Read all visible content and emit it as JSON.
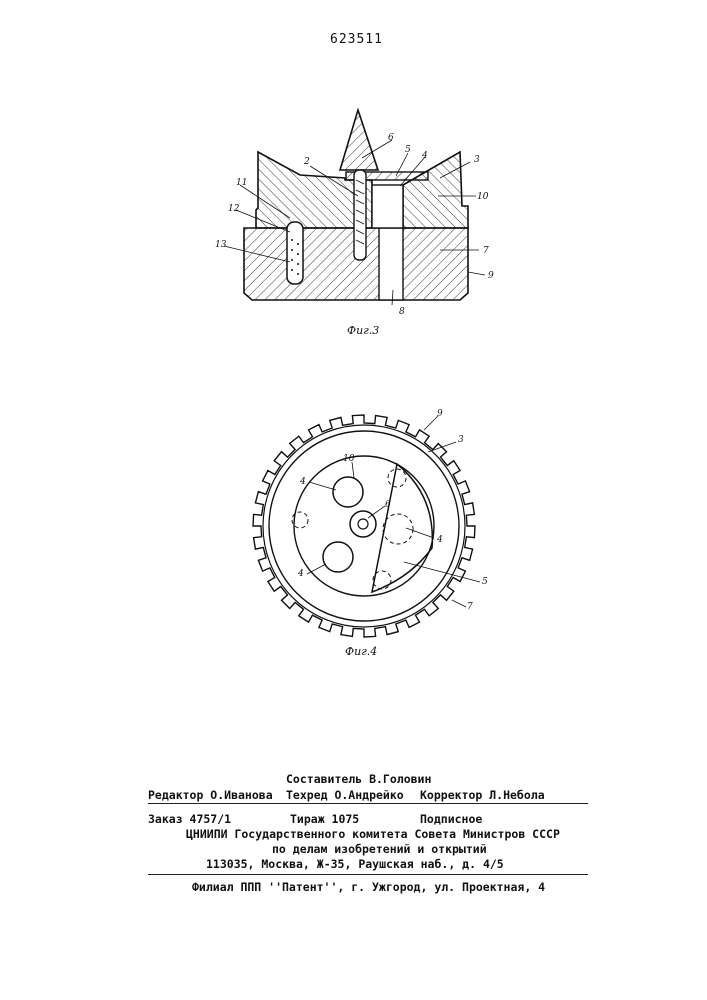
{
  "patent_number": "623511",
  "figure3": {
    "caption": "Фиг.3",
    "labels": {
      "l2": "2",
      "l3": "3",
      "l4": "4",
      "l5": "5",
      "l6": "6",
      "l7": "7",
      "l8": "8",
      "l9": "9",
      "l10": "10",
      "l11": "11",
      "l12": "12",
      "l13": "13"
    }
  },
  "figure4": {
    "caption": "Фиг.4",
    "labels": {
      "l9": "9",
      "l3": "3",
      "l10": "10",
      "l4a": "4",
      "l6": "6",
      "l4b": "4",
      "l4c": "4",
      "l5": "5",
      "l7": "7"
    }
  },
  "imprint": {
    "compiler": "Составитель В.Головин",
    "editor": "Редактор О.Иванова",
    "tech_editor": "Техред О.Андрейко",
    "proofreader": "Корректор Л.Небола",
    "order": "Заказ 4757/1",
    "circulation": "Тираж 1075",
    "subscription": "Подписное",
    "institution_1": "ЦНИИПИ Государственного комитета Совета Министров СССР",
    "institution_2": "по делам изобретений и открытий",
    "address": "113035, Москва, Ж-35, Раушская наб., д. 4/5",
    "branch": "Филиал ППП ''Патент'', г. Ужгород, ул. Проектная, 4"
  }
}
